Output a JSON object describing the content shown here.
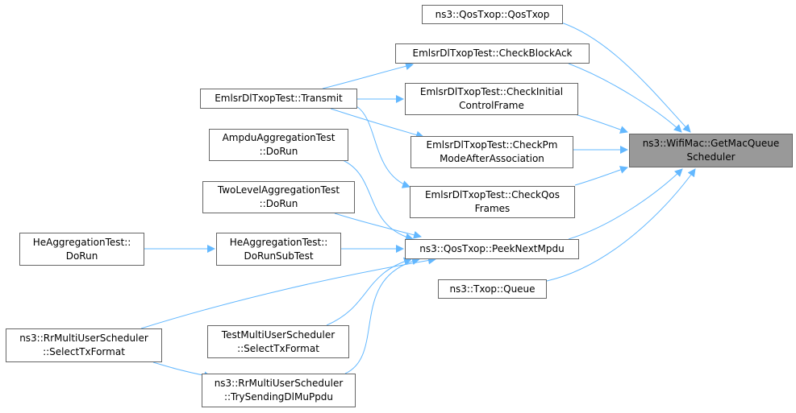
{
  "graph": {
    "edge_color": "#63b8ff",
    "focus_node_fill": "#999999",
    "node_border": "#666666",
    "nodes": [
      {
        "id": "qostxop",
        "lines": [
          "ns3::QosTxop::QosTxop"
        ]
      },
      {
        "id": "checkblock",
        "lines": [
          "EmlsrDlTxopTest::CheckBlockAck"
        ]
      },
      {
        "id": "transmit",
        "lines": [
          "EmlsrDlTxopTest::Transmit"
        ]
      },
      {
        "id": "checkinitial",
        "lines": [
          "EmlsrDlTxopTest::CheckInitial",
          "ControlFrame"
        ]
      },
      {
        "id": "ampdu",
        "lines": [
          "AmpduAggregationTest",
          "::DoRun"
        ]
      },
      {
        "id": "checkpm",
        "lines": [
          "EmlsrDlTxopTest::CheckPm",
          "ModeAfterAssociation"
        ]
      },
      {
        "id": "getmacqueue",
        "lines": [
          "ns3::WifiMac::GetMacQueue",
          "Scheduler"
        ],
        "focus": true
      },
      {
        "id": "twolevel",
        "lines": [
          "TwoLevelAggregationTest",
          "::DoRun"
        ]
      },
      {
        "id": "checkqos",
        "lines": [
          "EmlsrDlTxopTest::CheckQos",
          "Frames"
        ]
      },
      {
        "id": "heagg",
        "lines": [
          "HeAggregationTest::",
          "DoRun"
        ]
      },
      {
        "id": "hedorun",
        "lines": [
          "HeAggregationTest::",
          "DoRunSubTest"
        ]
      },
      {
        "id": "peek",
        "lines": [
          "ns3::QosTxop::PeekNextMpdu"
        ]
      },
      {
        "id": "txop",
        "lines": [
          "ns3::Txop::Queue"
        ]
      },
      {
        "id": "rrselect",
        "lines": [
          "ns3::RrMultiUserScheduler",
          "::SelectTxFormat"
        ]
      },
      {
        "id": "testmu",
        "lines": [
          "TestMultiUserScheduler",
          "::SelectTxFormat"
        ]
      },
      {
        "id": "rrtry",
        "lines": [
          "ns3::RrMultiUserScheduler",
          "::TrySendingDlMuPpdu"
        ]
      }
    ],
    "edges": [
      {
        "from": "qostxop",
        "to": "getmacqueue"
      },
      {
        "from": "checkblock",
        "to": "getmacqueue"
      },
      {
        "from": "checkinitial",
        "to": "getmacqueue"
      },
      {
        "from": "checkpm",
        "to": "getmacqueue"
      },
      {
        "from": "checkqos",
        "to": "getmacqueue"
      },
      {
        "from": "peek",
        "to": "getmacqueue"
      },
      {
        "from": "txop",
        "to": "getmacqueue"
      },
      {
        "from": "transmit",
        "to": "checkblock"
      },
      {
        "from": "transmit",
        "to": "checkinitial"
      },
      {
        "from": "transmit",
        "to": "checkpm"
      },
      {
        "from": "transmit",
        "to": "checkqos"
      },
      {
        "from": "ampdu",
        "to": "peek"
      },
      {
        "from": "twolevel",
        "to": "peek"
      },
      {
        "from": "hedorun",
        "to": "peek"
      },
      {
        "from": "heagg",
        "to": "hedorun"
      },
      {
        "from": "rrselect",
        "to": "peek"
      },
      {
        "from": "testmu",
        "to": "peek"
      },
      {
        "from": "rrtry",
        "to": "peek"
      },
      {
        "from": "rrselect",
        "to": "rrtry"
      }
    ]
  }
}
